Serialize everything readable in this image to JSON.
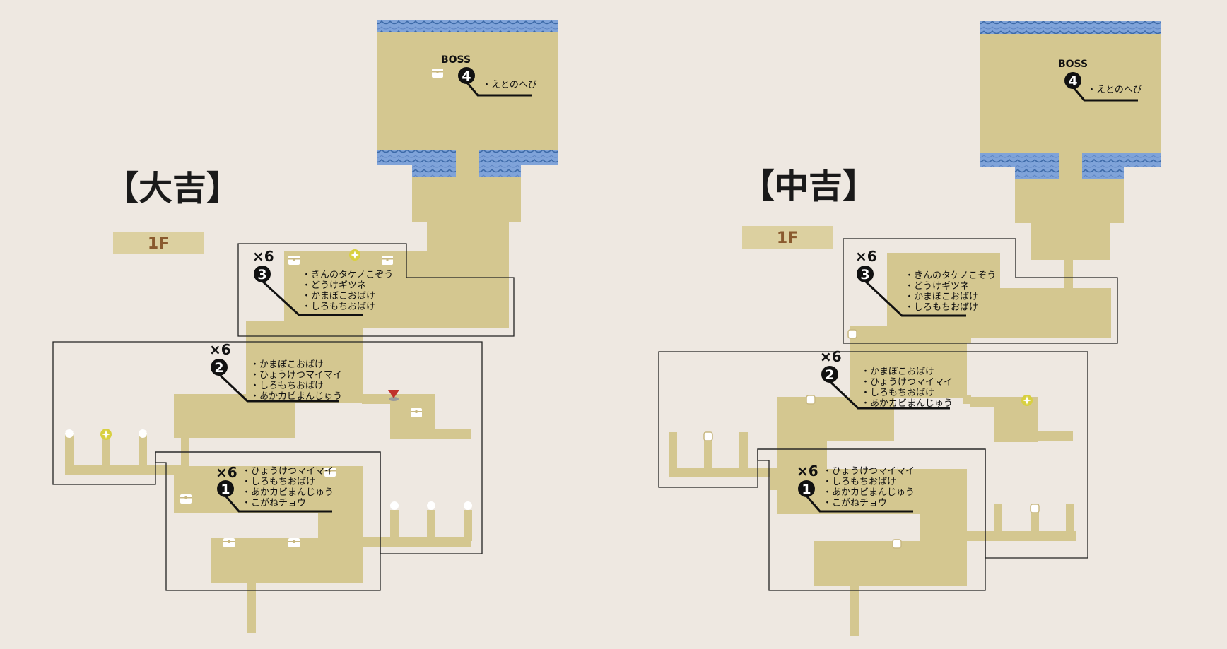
{
  "left_map": {
    "title": "【大吉】",
    "floor": "1F",
    "boss_label": "BOSS",
    "zones": [
      {
        "num": "4",
        "count": "",
        "enemies": [
          "・えとのへび"
        ]
      },
      {
        "num": "3",
        "count": "×6",
        "enemies": [
          "・きんのタケノこぞう",
          "・どうけギツネ",
          "・かまぼこおばけ",
          "・しろもちおばけ"
        ]
      },
      {
        "num": "2",
        "count": "×6",
        "enemies": [
          "・かまぼこおばけ",
          "・ひょうけつマイマイ",
          "・しろもちおばけ",
          "・あかカビまんじゅう"
        ]
      },
      {
        "num": "1",
        "count": "×6",
        "enemies": [
          "・ひょうけつマイマイ",
          "・しろもちおばけ",
          "・あかカビまんじゅう",
          "・こがねチョウ"
        ]
      }
    ]
  },
  "right_map": {
    "title": "【中吉】",
    "floor": "1F",
    "boss_label": "BOSS",
    "zones": [
      {
        "num": "4",
        "count": "",
        "enemies": [
          "・えとのへび"
        ]
      },
      {
        "num": "3",
        "count": "×6",
        "enemies": [
          "・きんのタケノこぞう",
          "・どうけギツネ",
          "・かまぼこおばけ",
          "・しろもちおばけ"
        ]
      },
      {
        "num": "2",
        "count": "×6",
        "enemies": [
          "・かまぼこおばけ",
          "・ひょうけつマイマイ",
          "・しろもちおばけ",
          "・あかカビまんじゅう"
        ]
      },
      {
        "num": "1",
        "count": "×6",
        "enemies": [
          "・ひょうけつマイマイ",
          "・しろもちおばけ",
          "・あかカビまんじゅう",
          "・こがねチョウ"
        ]
      }
    ]
  },
  "colors": {
    "floor": "#d4c790",
    "water": "#7fa3d9",
    "background": "#eee8e1",
    "floor_badge": "#dcd0a0",
    "marker": "#111111",
    "sparkle": "#d8d040",
    "start": "#c0302a"
  },
  "icons": [
    "treasure-chest-icon",
    "sparkle-icon",
    "start-marker-icon",
    "key-slot-icon"
  ]
}
